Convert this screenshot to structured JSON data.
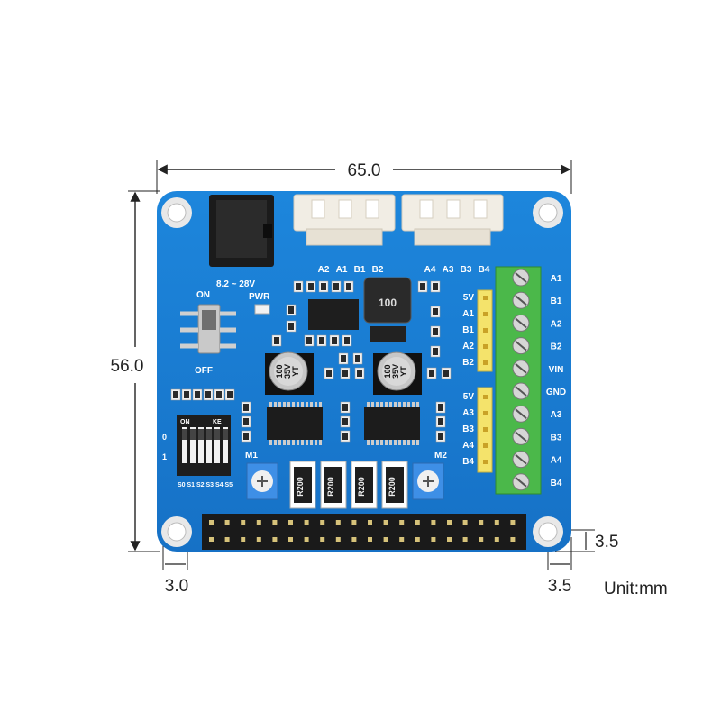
{
  "dimensions": {
    "width": "65.0",
    "height": "56.0",
    "hole_offset_left": "3.0",
    "hole_offset_right": "3.5",
    "hole_offset_bottom": "3.5",
    "unit": "Unit:mm"
  },
  "board": {
    "color": "#1a7fd4",
    "power_jack_label": "8.2 ~ 28V",
    "switch_on": "ON",
    "switch_off": "OFF",
    "pwr_led": "PWR",
    "connector_a_labels": [
      "A2",
      "A1",
      "B1",
      "B2"
    ],
    "connector_b_labels": [
      "A4",
      "A3",
      "B3",
      "B4"
    ],
    "header_1_labels": [
      "5V",
      "A1",
      "B1",
      "A2",
      "B2"
    ],
    "header_2_labels": [
      "5V",
      "A3",
      "B3",
      "A4",
      "B4"
    ],
    "terminal_labels": [
      "A1",
      "B1",
      "A2",
      "B2",
      "VIN",
      "GND",
      "A3",
      "B3",
      "A4",
      "B4"
    ],
    "inductor_mark": "100",
    "cap_marks": [
      "100",
      "35V",
      "YT"
    ],
    "resistor_marks": [
      "R200",
      "R200",
      "R200",
      "R200"
    ],
    "pot_labels": [
      "M1",
      "M2"
    ],
    "dip_labels": [
      "S0",
      "S1",
      "S2",
      "S3",
      "S4",
      "S5"
    ],
    "dip_row_labels": [
      "0",
      "1"
    ],
    "dip_switch_text": [
      "ON",
      "KE"
    ]
  }
}
